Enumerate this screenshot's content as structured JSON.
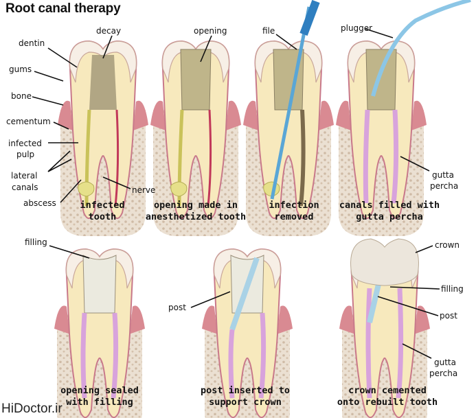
{
  "title": "Root canal therapy",
  "watermark": "HiDoctor.ir",
  "colors": {
    "enamel": "#f7efe6",
    "enamel_outline": "#c9a79a",
    "dentin": "#f7e9bd",
    "pulp_infected": "#a59a7a",
    "gums": "#d98a92",
    "bone": "#e8dccd",
    "bone_spots": "#cdb9a4",
    "gutta_percha": "#d8a3dc",
    "instrument": "#5aa6d6",
    "post": "#a9d2e6",
    "crown": "#ece6dc",
    "filling": "#ebeadf",
    "abscess": "#e6e08a",
    "nerve": "#c1385a"
  },
  "steps": [
    {
      "caption_line1": "infected",
      "caption_line2": "tooth",
      "labels": [
        "decay",
        "dentin",
        "gums",
        "bone",
        "cementum",
        "infected",
        "pulp",
        "lateral",
        "canals",
        "abscess",
        "nerve"
      ]
    },
    {
      "caption_line1": "opening made in",
      "caption_line2": "anesthetized tooth",
      "labels": [
        "opening"
      ]
    },
    {
      "caption_line1": "infection",
      "caption_line2": "removed",
      "labels": [
        "file"
      ]
    },
    {
      "caption_line1": "canals filled with",
      "caption_line2": "gutta percha",
      "labels": [
        "plugger",
        "gutta",
        "percha"
      ]
    },
    {
      "caption_line1": "opening sealed",
      "caption_line2": "with filling",
      "labels": [
        "filling"
      ]
    },
    {
      "caption_line1": "post inserted to",
      "caption_line2": "support crown",
      "labels": [
        "post"
      ]
    },
    {
      "caption_line1": "crown cemented",
      "caption_line2": "onto rebuilt tooth",
      "labels": [
        "crown",
        "filling",
        "post",
        "gutta",
        "percha"
      ]
    }
  ]
}
